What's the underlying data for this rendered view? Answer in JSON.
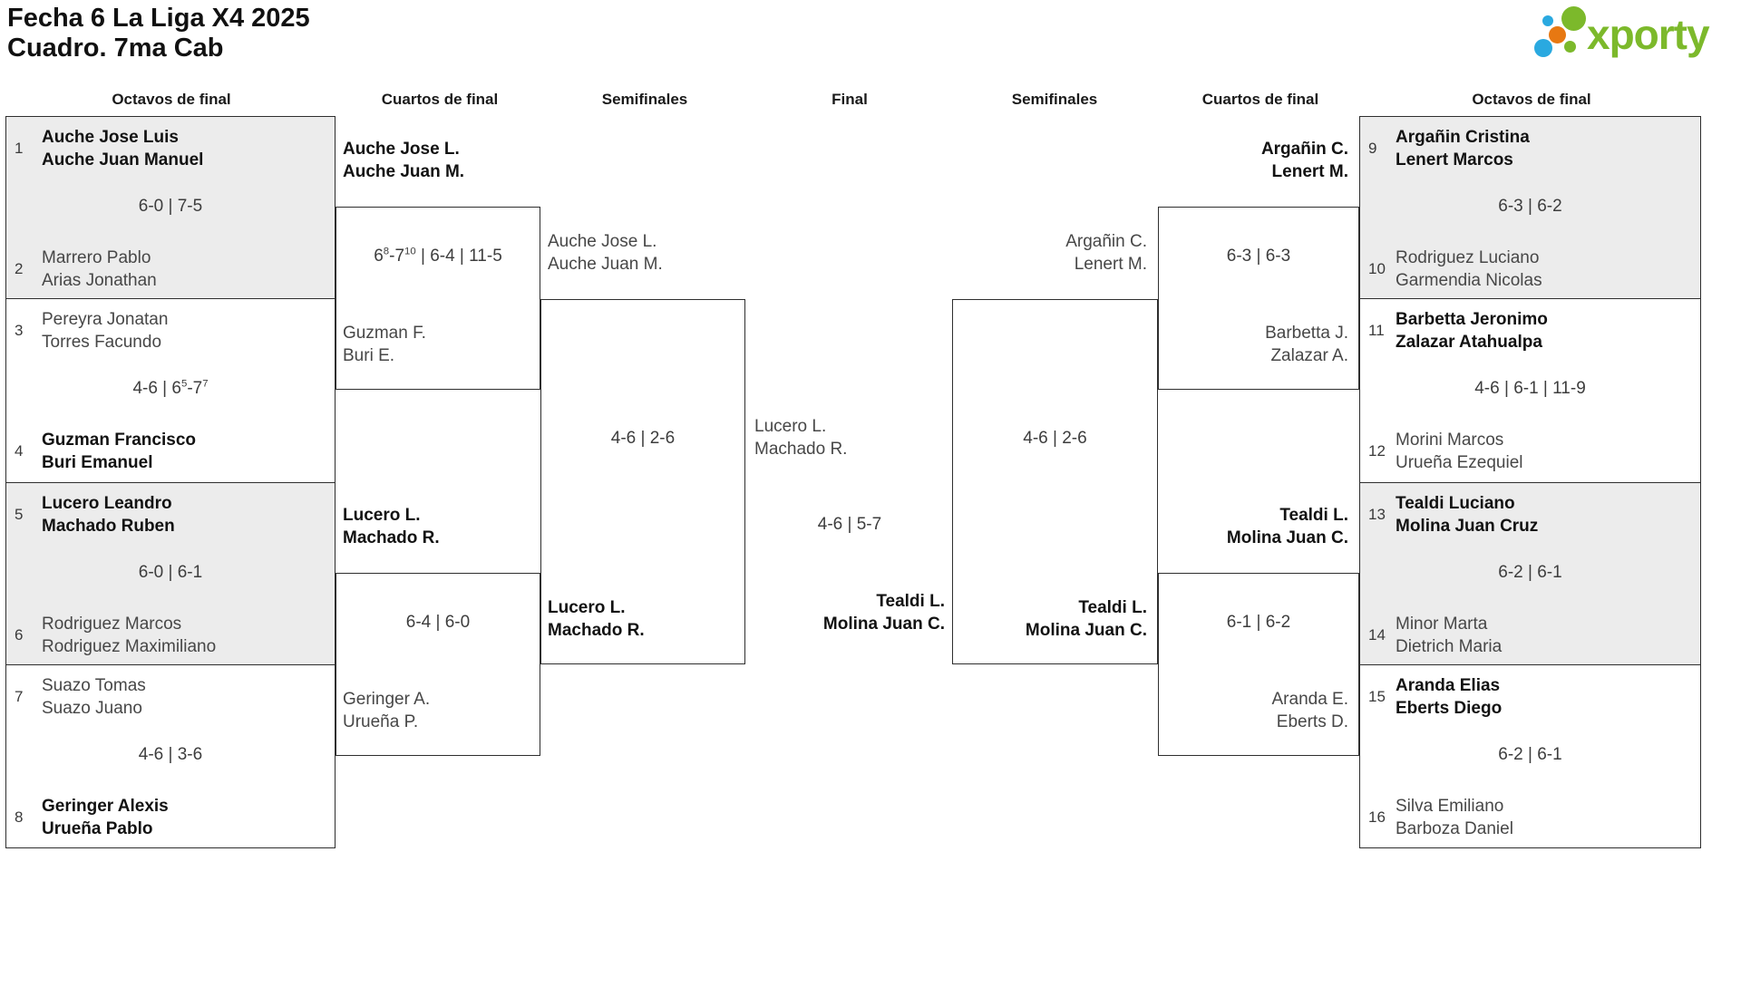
{
  "title": {
    "line1": "Fecha 6 La Liga X4 2025",
    "line2": "Cuadro. 7ma Cab"
  },
  "logo": {
    "text": "xporty"
  },
  "round_headers": [
    "Octavos de final",
    "Cuartos de final",
    "Semifinales",
    "Final",
    "Semifinales",
    "Cuartos de final",
    "Octavos de final"
  ],
  "colors": {
    "logo_green": "#7cb92b",
    "logo_blue": "#2aa9e0",
    "logo_orange": "#e77812",
    "box_shaded": "#ececec",
    "line": "#2e2e2e"
  },
  "bracket": {
    "octavos_left": [
      {
        "seed1": "1",
        "team1": [
          "Auche Jose Luis",
          "Auche Juan Manuel"
        ],
        "score": "6-0 | 7-5",
        "seed2": "2",
        "team2": [
          "Marrero Pablo",
          "Arias Jonathan"
        ],
        "winner": "team1",
        "shaded": true
      },
      {
        "seed1": "3",
        "team1": [
          "Pereyra Jonatan",
          "Torres Facundo"
        ],
        "score": "4-6 | 6^5-7^7",
        "seed2": "4",
        "team2": [
          "Guzman Francisco",
          "Buri Emanuel"
        ],
        "winner": "team2",
        "shaded": false
      },
      {
        "seed1": "5",
        "team1": [
          "Lucero Leandro",
          "Machado Ruben"
        ],
        "score": "6-0 | 6-1",
        "seed2": "6",
        "team2": [
          "Rodriguez Marcos",
          "Rodriguez Maximiliano"
        ],
        "winner": "team1",
        "shaded": true
      },
      {
        "seed1": "7",
        "team1": [
          "Suazo Tomas",
          "Suazo Juano"
        ],
        "score": "4-6 | 3-6",
        "seed2": "8",
        "team2": [
          "Geringer Alexis",
          "Urueña Pablo"
        ],
        "winner": "team2",
        "shaded": false
      }
    ],
    "octavos_right": [
      {
        "seed1": "9",
        "team1": [
          "Argañin Cristina",
          "Lenert Marcos"
        ],
        "score": "6-3 | 6-2",
        "seed2": "10",
        "team2": [
          "Rodriguez Luciano",
          "Garmendia Nicolas"
        ],
        "winner": "team1",
        "shaded": true
      },
      {
        "seed1": "11",
        "team1": [
          "Barbetta Jeronimo",
          "Zalazar Atahualpa"
        ],
        "score": "4-6 | 6-1 | 11-9",
        "seed2": "12",
        "team2": [
          "Morini Marcos",
          "Urueña Ezequiel"
        ],
        "winner": "team1",
        "shaded": false
      },
      {
        "seed1": "13",
        "team1": [
          "Tealdi Luciano",
          "Molina Juan Cruz"
        ],
        "score": "6-2 | 6-1",
        "seed2": "14",
        "team2": [
          "Minor Marta",
          "Dietrich Maria"
        ],
        "winner": "team1",
        "shaded": true
      },
      {
        "seed1": "15",
        "team1": [
          "Aranda Elias",
          "Eberts Diego"
        ],
        "score": "6-2 | 6-1",
        "seed2": "16",
        "team2": [
          "Silva Emiliano",
          "Barboza Daniel"
        ],
        "winner": "team1",
        "shaded": false
      }
    ],
    "quarters_left": [
      {
        "team1": [
          "Auche Jose L.",
          "Auche Juan M."
        ],
        "score": "6^8-7^10 | 6-4 | 11-5",
        "team2": [
          "Guzman F.",
          "Buri E."
        ],
        "winner": "team1"
      },
      {
        "team1": [
          "Lucero L.",
          "Machado R."
        ],
        "score": "6-4 | 6-0",
        "team2": [
          "Geringer A.",
          "Urueña P."
        ],
        "winner": "team1"
      }
    ],
    "quarters_right": [
      {
        "team1": [
          "Argañin C.",
          "Lenert M."
        ],
        "score": "6-3 | 6-3",
        "team2": [
          "Barbetta J.",
          "Zalazar A."
        ],
        "winner": "team1"
      },
      {
        "team1": [
          "Tealdi L.",
          "Molina Juan C."
        ],
        "score": "6-1 | 6-2",
        "team2": [
          "Aranda E.",
          "Eberts D."
        ],
        "winner": "team1"
      }
    ],
    "semis_left": {
      "team1": [
        "Auche Jose L.",
        "Auche Juan M."
      ],
      "score": "4-6 | 2-6",
      "team2": [
        "Lucero L.",
        "Machado R."
      ],
      "winner": "team2"
    },
    "semis_right": {
      "team1": [
        "Argañin C.",
        "Lenert M."
      ],
      "score": "4-6 | 2-6",
      "team2": [
        "Tealdi L.",
        "Molina Juan C."
      ],
      "winner": "team2"
    },
    "final": {
      "team1": [
        "Lucero L.",
        "Machado R."
      ],
      "score": "4-6 | 5-7",
      "team2": [
        "Tealdi L.",
        "Molina Juan C."
      ],
      "winner": "team2"
    }
  }
}
